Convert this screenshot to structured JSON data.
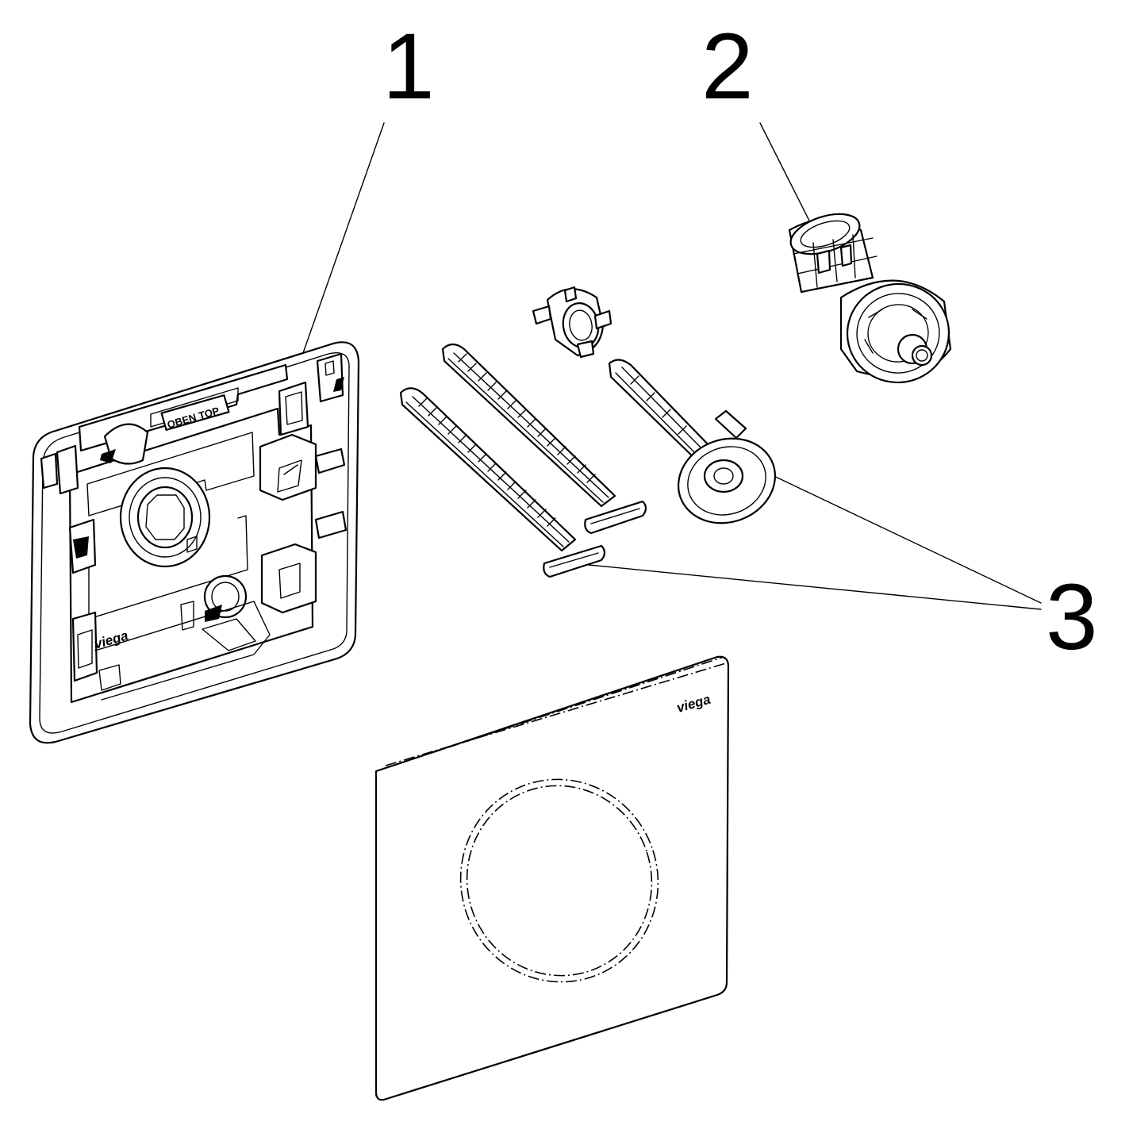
{
  "callouts": [
    {
      "id": "1",
      "label": "1"
    },
    {
      "id": "2",
      "label": "2"
    },
    {
      "id": "3",
      "label": "3"
    }
  ],
  "mounting_frame": {
    "stamp_text": "OBEN TOP",
    "logo_text": "viega"
  },
  "cover_plate": {
    "logo_text": "viega"
  },
  "icons": [
    "mounting-frame",
    "flush-actuator-cartridge",
    "adapter-clip",
    "fixing-screw",
    "spacer-sleeve",
    "cover-plate"
  ]
}
